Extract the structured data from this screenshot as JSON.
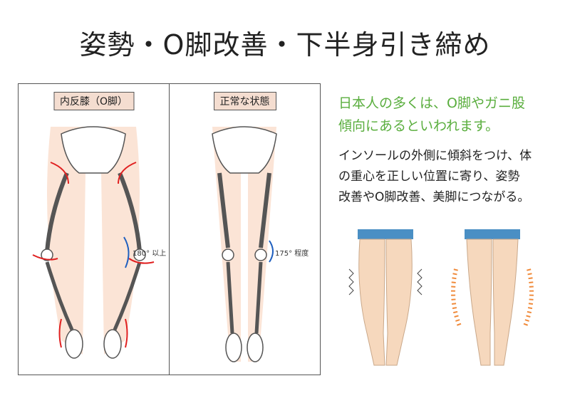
{
  "title": "姿勢・O脚改善・下半身引き締め",
  "panels": [
    {
      "label": "内反膝（O脚）",
      "angle": "180° 以上"
    },
    {
      "label": "正常な状態",
      "angle": "175° 程度"
    }
  ],
  "headline": [
    "日本人の多くは、O脚やガニ股",
    "傾向にあるといわれます。"
  ],
  "description": [
    "インソールの外側に傾斜をつけ、体",
    "の重心を正しい位置に寄り、姿勢",
    "改善やO脚改善、美脚につながる。"
  ],
  "colors": {
    "headline": "#5aae3e",
    "arrow": "#e02020",
    "angle_arc": "#1f5fbf",
    "shorts": "#4a8fc4",
    "skin": "#f6d8bd"
  }
}
